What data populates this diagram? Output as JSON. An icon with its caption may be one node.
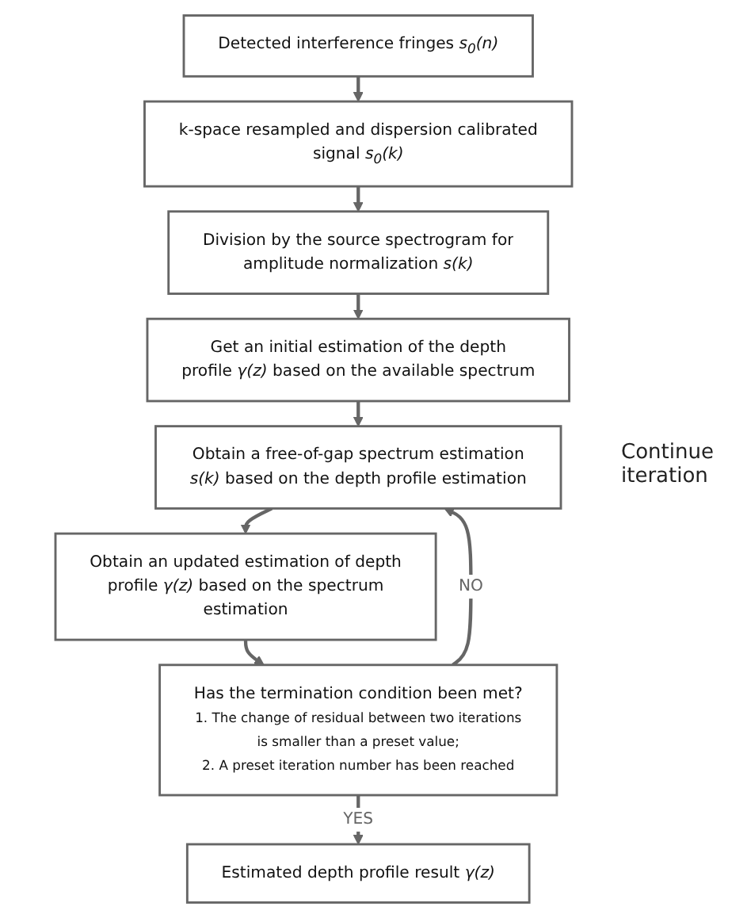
{
  "diagram": {
    "nodes": [
      {
        "text": [
          "Detected interference fringes *s$_{0}$(n)*"
        ]
      },
      {
        "text": [
          "k-space resampled and dispersion calibrated signal *s$_{0}$(k)*"
        ]
      },
      {
        "text": [
          "Division by the source spectrogram for amplitude normalization *s(k)*"
        ]
      },
      {
        "text": [
          "Get an initial estimation of the depth profile *γ(z)* based on the available spectrum"
        ]
      },
      {
        "text": [
          "Obtain a free-of-gap spectrum estimation *s(k)* based on the depth profile estimation"
        ]
      },
      {
        "text": [
          "Obtain an updated estimation of depth profile *γ(z)* based on the spectrum estimation"
        ]
      },
      {
        "text": [
          "Has the termination condition been met?",
          "1. The change of residual between two iterations is smaller than a preset value;",
          "2. A preset iteration number has been reached"
        ]
      },
      {
        "text": [
          "Estimated depth profile result *γ(z)*"
        ]
      }
    ],
    "edges": [
      {
        "from": 0,
        "to": 1,
        "arrow": "to"
      },
      {
        "from": 1,
        "to": 2,
        "arrow": "to"
      },
      {
        "from": 2,
        "to": 3,
        "arrow": "to"
      },
      {
        "from": 3,
        "to": 4,
        "arrow": "to"
      },
      {
        "from": 4,
        "to": 5,
        "arrow": "to"
      },
      {
        "from": 5,
        "to": 6,
        "arrow": "to"
      },
      {
        "from": 6,
        "to": 7,
        "arrow": "to",
        "label": "YES"
      },
      {
        "from": 6,
        "to": 4,
        "arrow": "to",
        "label": "NO"
      }
    ],
    "labels": [
      "Continue iteration"
    ]
  }
}
